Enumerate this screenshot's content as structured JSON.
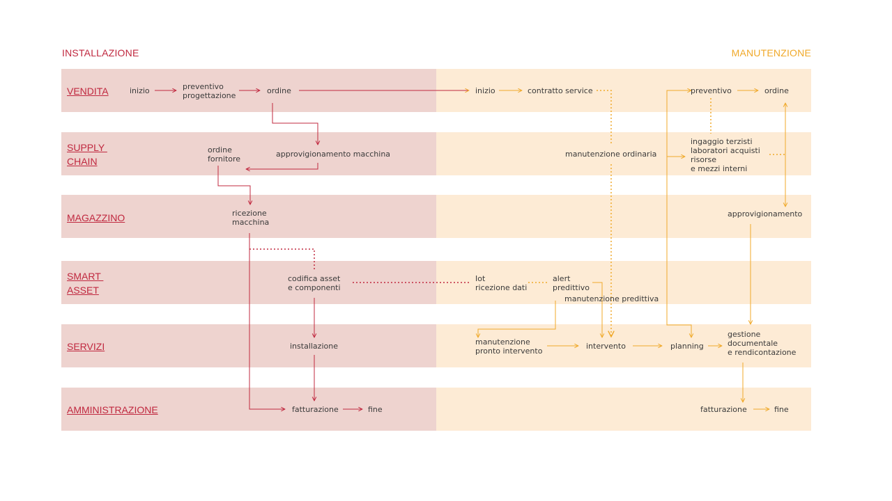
{
  "colors": {
    "red": "#c0283f",
    "orange": "#f0a92a",
    "lane_left": "#eed3cf",
    "lane_right": "#fdebd5",
    "text": "#3a3a3a"
  },
  "headers": {
    "left": "INSTALLAZIONE",
    "right": "MANUTENZIONE"
  },
  "lanes": {
    "vendita": "VENDITA",
    "supply_chain": "SUPPLY \nCHAIN",
    "magazzino": "MAGAZZINO",
    "smart_asset": "SMART \nASSET",
    "servizi": "SERVIZI",
    "amministrazione": "AMMINISTRAZIONE"
  },
  "nodes": {
    "inizio_l": "inizio",
    "preventivo_prog": "preventivo\nprogettazione",
    "ordine_l": "ordine",
    "ordine_fornitore": "ordine\nfornitore",
    "approv_macchina": "approvigionamento macchina",
    "ricezione_macchina": "ricezione\nmacchina",
    "codifica": "codifica asset\ne componenti",
    "installazione": "installazione",
    "fatturazione_l": "fatturazione",
    "fine_l": "fine",
    "inizio_r": "inizio",
    "contratto": "contratto service",
    "preventivo_r": "preventivo",
    "ordine_r": "ordine",
    "manut_ordinaria": "manutenzione ordinaria",
    "ingaggio": "ingaggio terzisti\nlaboratori acquisti\nrisorse\ne mezzi interni",
    "approvigionamento": "approvigionamento",
    "iot": "Iot\nricezione dati",
    "alert": "alert\npredittivo",
    "manut_predittiva": "manutenzione predittiva",
    "manut_pronto": "manutenzione\npronto intervento",
    "intervento": "intervento",
    "planning": "planning",
    "gestione": "gestione\ndocumentale\ne rendicontazione",
    "fatturazione_r": "fatturazione",
    "fine_r": "fine"
  }
}
